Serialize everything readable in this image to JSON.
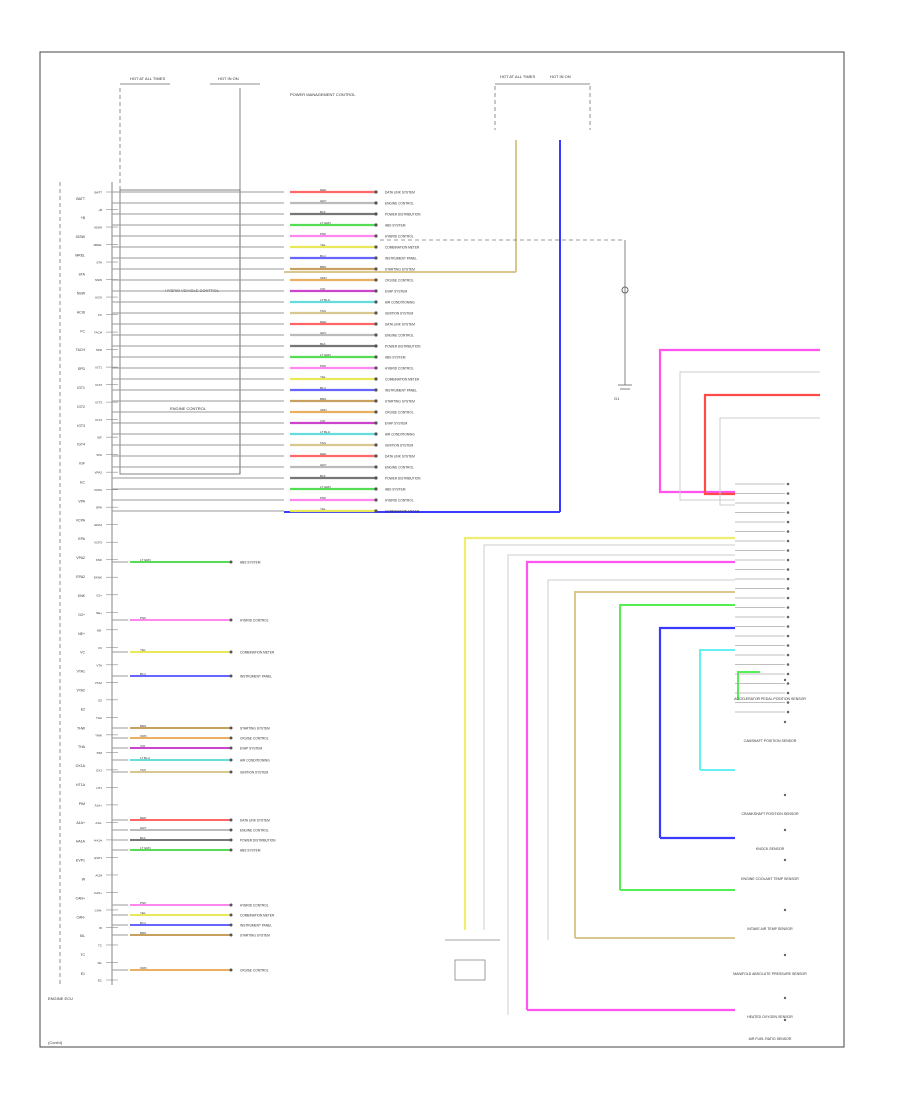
{
  "page": {
    "corner_label": "(Cont'd)",
    "ecu_caption": "ENGINE ECU",
    "box1_label": "HYBRID VEHICLE CONTROL",
    "box2_label": "ENGINE CONTROL",
    "power_mgmt_label": "POWER MANAGEMENT CONTROL",
    "fuse_labels": [
      "HOT AT ALL TIMES",
      "HOT IN ON",
      "HOT AT ALL TIMES",
      "HOT IN ON"
    ],
    "ground_label": "G1"
  },
  "connector_pins": [
    "BATT",
    "+B",
    "IGSW",
    "MREL",
    "STA",
    "NSW",
    "ACIS",
    "FC",
    "TACH",
    "SPD",
    "IGT1",
    "IGT2",
    "IGT3",
    "IGT4",
    "IGF",
    "VPA",
    "VPA2",
    "VCPA",
    "EPA",
    "EPA2",
    "VCP2",
    "KNK",
    "EKNK",
    "G2+",
    "NE+",
    "NE-",
    "VC",
    "VTA",
    "VTA2",
    "E2",
    "THA",
    "THW",
    "PIM",
    "OX1",
    "HT1",
    "A1A+",
    "A1A-",
    "HA1A",
    "EVP1",
    "ACM",
    "CAN+",
    "CAN-",
    "W",
    "TC",
    "SIL",
    "EC"
  ],
  "left_labels": [
    "BATT",
    "+B",
    "IGSW",
    "MREL",
    "STA",
    "NSW",
    "ACIS",
    "FC",
    "TACH",
    "SPD",
    "IGT1",
    "IGT2",
    "IGT3",
    "IGT4",
    "IGF",
    "EC",
    "VPA",
    "VCPA",
    "EPA",
    "VPA2",
    "EPA2",
    "KNK",
    "G2+",
    "NE+",
    "VC",
    "VTA1",
    "VTA2",
    "E2",
    "THW",
    "THA",
    "OX1A",
    "HT1A",
    "PIM",
    "A1A+",
    "HA1A",
    "EVP1",
    "W",
    "CAN+",
    "CAN-",
    "SIL",
    "TC",
    "E1"
  ],
  "wires": [
    {
      "label": "RED",
      "color": "#ff6666",
      "dest": "DATA LINK SYSTEM"
    },
    {
      "label": "GRY",
      "color": "#bbbbbb",
      "dest": "ENGINE CONTROL"
    },
    {
      "label": "BLK",
      "color": "#777777",
      "dest": "POWER DISTRIBUTION"
    },
    {
      "label": "LT GRN",
      "color": "#55dd55",
      "dest": "ABS SYSTEM"
    },
    {
      "label": "PNK",
      "color": "#ff88ee",
      "dest": "HYBRID CONTROL"
    },
    {
      "label": "YEL",
      "color": "#e8e85a",
      "dest": "COMBINATION METER"
    },
    {
      "label": "BLU",
      "color": "#6666ff",
      "dest": "INSTRUMENT PANEL"
    },
    {
      "label": "BRN",
      "color": "#c8a060",
      "dest": "STARTING SYSTEM"
    },
    {
      "label": "ORN",
      "color": "#e8b060",
      "dest": "CRUISE CONTROL"
    },
    {
      "label": "VIO",
      "color": "#cc44cc",
      "dest": "EVAP SYSTEM"
    },
    {
      "label": "LT BLU",
      "color": "#66dddd",
      "dest": "AIR CONDITIONING"
    },
    {
      "label": "TAN",
      "color": "#d8c890",
      "dest": "IGNITION SYSTEM"
    }
  ],
  "right_sensors": [
    "CAMSHAFT POSITION SENSOR",
    "CRANKSHAFT POSITION SENSOR",
    "KNOCK SENSOR",
    "ENGINE COOLANT TEMP SENSOR",
    "INTAKE AIR TEMP SENSOR",
    "MANIFOLD ABSOLUTE PRESSURE SENSOR",
    "HEATED OXYGEN SENSOR",
    "AIR FUEL RATIO SENSOR",
    "ACCELERATOR PEDAL POSITION SENSOR"
  ],
  "colors": {
    "red": "#ff4a4a",
    "pink": "#ff55ee",
    "yellow": "#f0ee70",
    "green": "#55ee55",
    "blue": "#3a3aff",
    "cyan": "#66f0f0",
    "tan": "#d8c890",
    "orange": "#ffa070",
    "gray": "#999999"
  }
}
